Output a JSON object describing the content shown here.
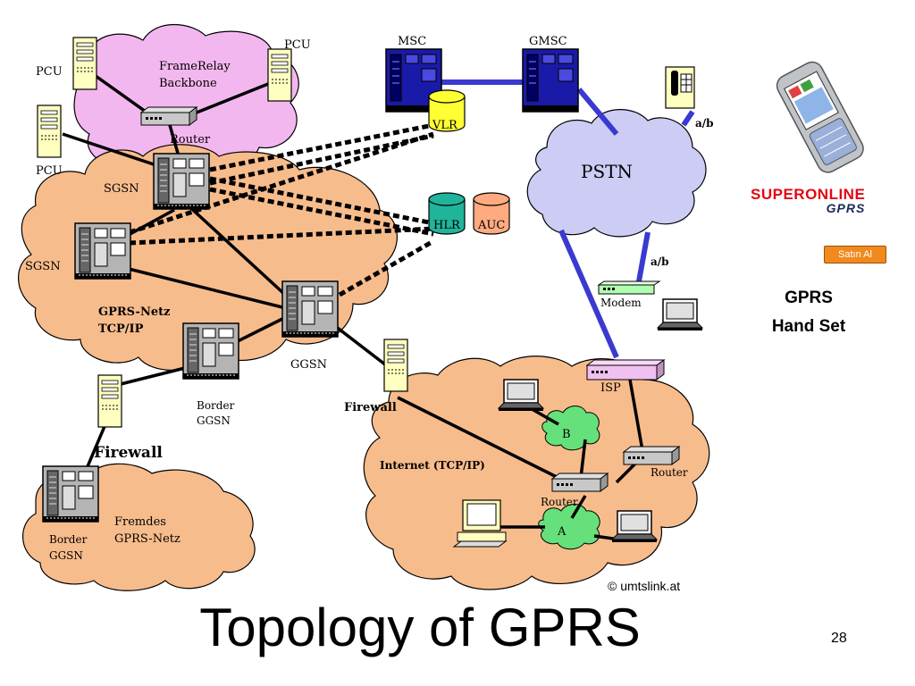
{
  "title": "Topology of GPRS",
  "page_number": "28",
  "copyright": "© umtslink.at",
  "handset": {
    "caption_line1": "GPRS",
    "caption_line2": "Hand Set",
    "brand_main": "SUPERONLINE",
    "brand_sub": "GPRS",
    "buy_button": "Satın Al"
  },
  "regions": {
    "frame_relay_line1": "FrameRelay",
    "frame_relay_line2": "Backbone",
    "gprs_netz_line1": "GPRS-Netz",
    "gprs_netz_line2": "TCP/IP",
    "fremdes_line1": "Fremdes",
    "fremdes_line2": "GPRS-Netz",
    "internet": "Internet (TCP/IP)",
    "pstn": "PSTN",
    "cloud_a": "A",
    "cloud_b": "B"
  },
  "nodes": {
    "pcu_top_left": "PCU",
    "pcu_top_right": "PCU",
    "pcu_left": "PCU",
    "router_frame": "Router",
    "msc": "MSC",
    "gmsc": "GMSC",
    "vlr": "VLR",
    "hlr": "HLR",
    "auc": "AUC",
    "sgsn_top": "SGSN",
    "sgsn_left": "SGSN",
    "ggsn": "GGSN",
    "border_ggsn_line1": "Border",
    "border_ggsn_line2": "GGSN",
    "border_ggsn2_line1": "Border",
    "border_ggsn2_line2": "GGSN",
    "firewall_bold": "Firewall",
    "firewall_right": "Firewall",
    "modem": "Modem",
    "isp": "ISP",
    "router_internet_right": "Router",
    "router_internet_center": "Router",
    "ab_top": "a/b",
    "ab_modem": "a/b"
  },
  "colors": {
    "gsm_blue": "#1a1aa8",
    "link_blue": "#3a3ad0",
    "pink_cloud": "#f3b7ef",
    "orange_cloud": "#f7bc8c",
    "pstn_cloud": "#ccccf5",
    "green_cloud": "#66e07a",
    "vlr_yellow": "#ffff33",
    "hlr_green": "#20b49a",
    "auc_orange": "#ffaa80",
    "pcu_beige": "#ffffc0"
  }
}
